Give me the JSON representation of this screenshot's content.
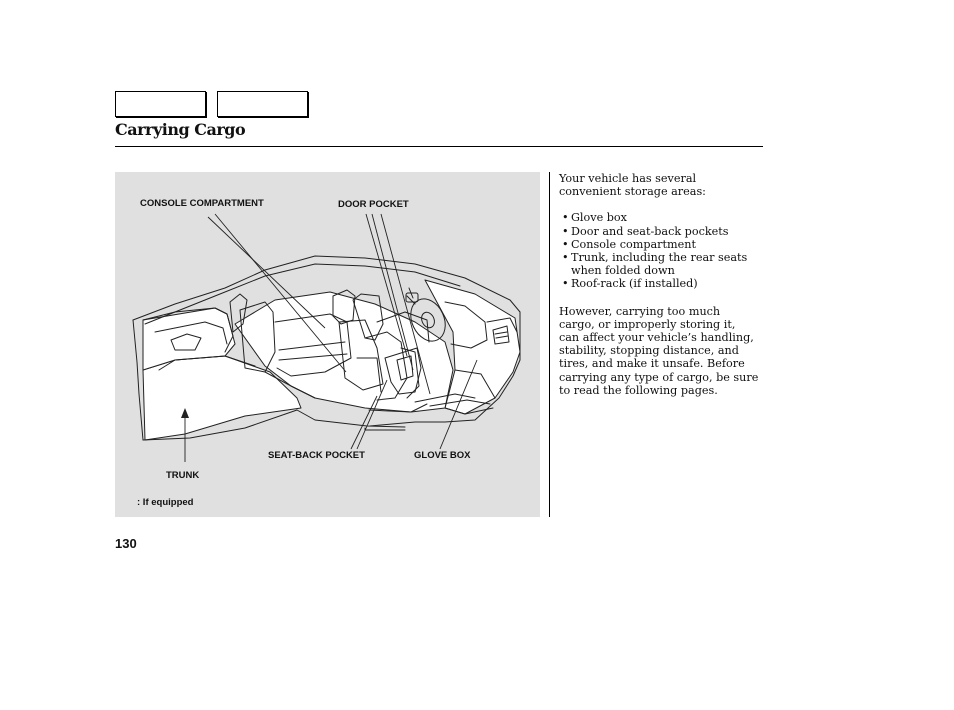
{
  "header": {
    "nav_buttons": [
      "",
      ""
    ],
    "title": "Carrying Cargo"
  },
  "figure": {
    "labels": {
      "console_compartment": "CONSOLE COMPARTMENT",
      "door_pocket": "DOOR POCKET",
      "seat_back_pocket": "SEAT-BACK POCKET",
      "glove_box": "GLOVE BOX",
      "trunk": "TRUNK",
      "footnote": ": If equipped"
    },
    "colors": {
      "panel": "#e0e0e0"
    }
  },
  "content": {
    "intro": "Your vehicle has several convenient storage areas:",
    "items": [
      "Glove box",
      "Door and seat-back pockets",
      "Console compartment",
      "Trunk, including the rear seats when folded down",
      "Roof-rack (if installed)"
    ],
    "warning": "However, carrying too much cargo, or improperly storing it, can affect your vehicle’s handling, stability, stopping distance, and tires, and make it unsafe. Before carrying any type of cargo, be sure to read the following pages."
  },
  "footer": {
    "page_number": "130"
  }
}
